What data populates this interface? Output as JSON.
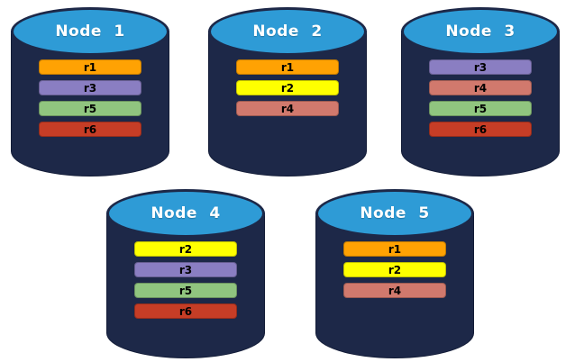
{
  "diagram": {
    "description": "Five database node cylinders holding replica bars",
    "colors": {
      "background": "#ffffff",
      "cylinder_body": "#1d2848",
      "cylinder_top": "#2e9bd6",
      "cylinder_outline": "#121b36",
      "title_text": "#ffffff",
      "bar_text": "#000000"
    },
    "replica_colors": {
      "r1": "#ffa203",
      "r2": "#ffff00",
      "r3": "#8a7ec2",
      "r4": "#d1796d",
      "r5": "#90c57f",
      "r6": "#c63d26"
    },
    "nodes": [
      {
        "label": "Node 1",
        "replicas": [
          "r1",
          "r3",
          "r5",
          "r6"
        ]
      },
      {
        "label": "Node 2",
        "replicas": [
          "r1",
          "r2",
          "r4"
        ]
      },
      {
        "label": "Node 3",
        "replicas": [
          "r3",
          "r4",
          "r5",
          "r6"
        ]
      },
      {
        "label": "Node 4",
        "replicas": [
          "r2",
          "r3",
          "r5",
          "r6"
        ]
      },
      {
        "label": "Node 5",
        "replicas": [
          "r1",
          "r2",
          "r4"
        ]
      }
    ]
  }
}
